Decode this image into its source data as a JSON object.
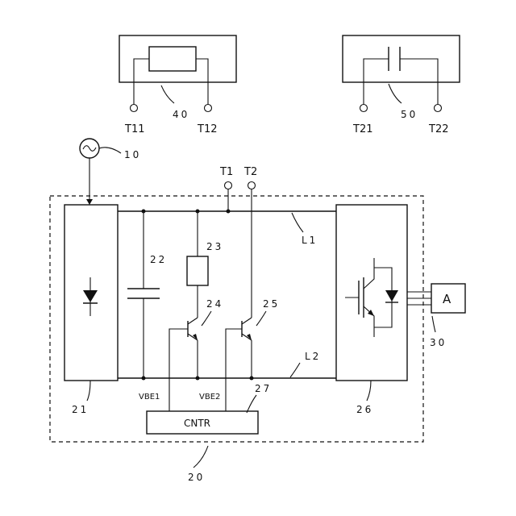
{
  "labels": {
    "ref_10": "10",
    "ref_20": "20",
    "ref_21": "21",
    "ref_22": "22",
    "ref_23": "23",
    "ref_24": "24",
    "ref_25": "25",
    "ref_26": "26",
    "ref_27": "27",
    "ref_30": "30",
    "ref_40": "40",
    "ref_50": "50",
    "L1": "L1",
    "L2": "L2",
    "T1": "T1",
    "T2": "T2",
    "T11": "T11",
    "T12": "T12",
    "T21": "T21",
    "T22": "T22",
    "VBE1": "VBE1",
    "VBE2": "VBE2",
    "cntr": "CNTR",
    "load": "A"
  }
}
